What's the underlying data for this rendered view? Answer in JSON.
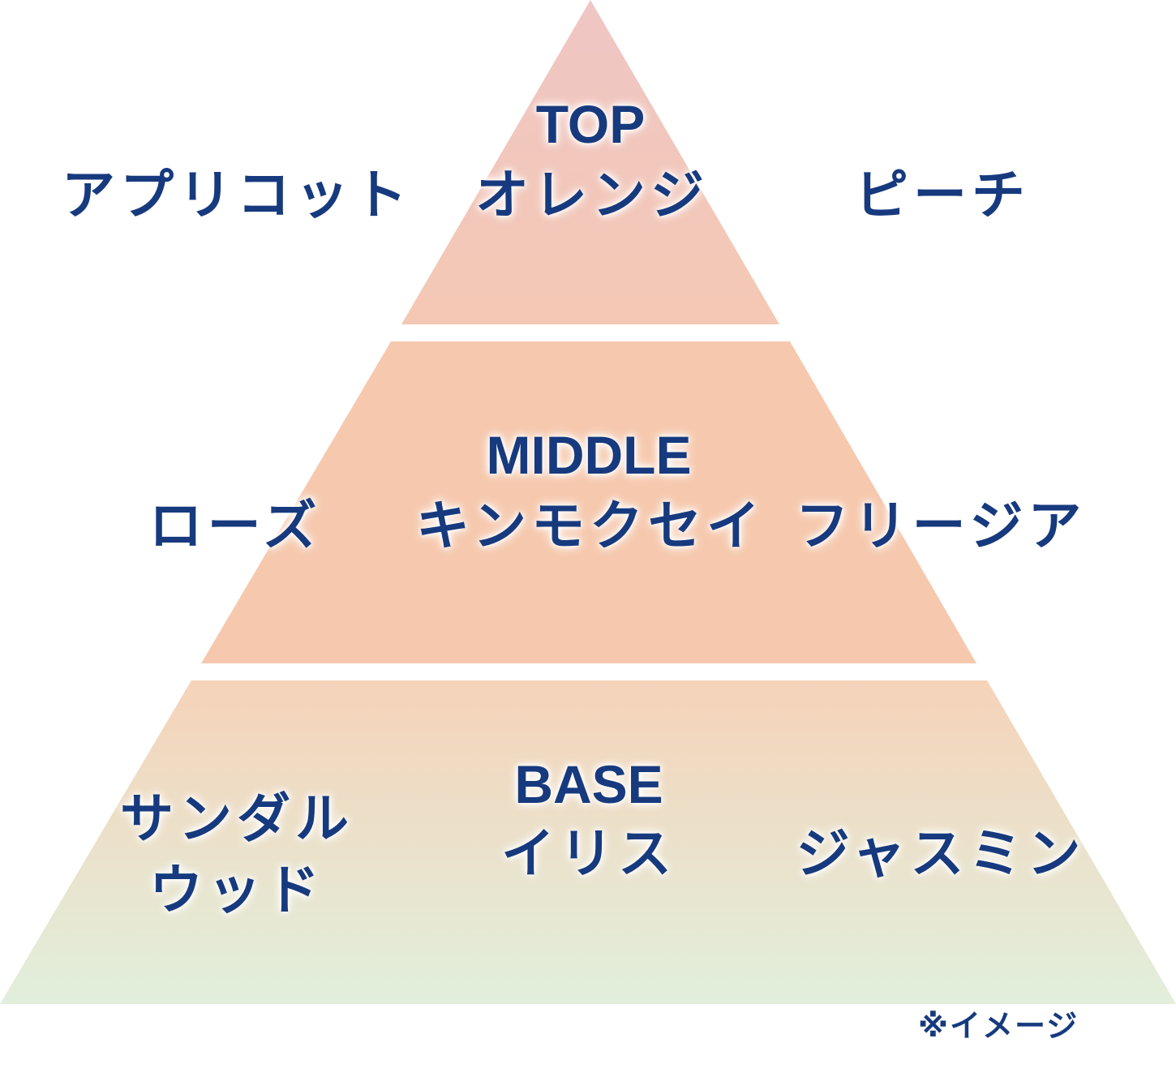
{
  "colors": {
    "text": "#173a7e",
    "tier_top_start": "#efc6c4",
    "tier_top_end": "#f4c8b4",
    "tier_middle": "#f6c9ae",
    "tier_base_start": "#f5d3b9",
    "tier_base_end": "#e1efdc"
  },
  "tiers": {
    "top": {
      "title": "TOP",
      "center_note": "オレンジ",
      "left_note": "アプリコット",
      "right_note": "ピーチ"
    },
    "middle": {
      "title": "MIDDLE",
      "center_note": "キンモクセイ",
      "left_note": "ローズ",
      "right_note": "フリージア"
    },
    "base": {
      "title": "BASE",
      "center_note": "イリス",
      "left_note_line1": "サンダル",
      "left_note_line2": "ウッド",
      "right_note": "ジャスミン"
    }
  },
  "footnote": "※イメージ"
}
